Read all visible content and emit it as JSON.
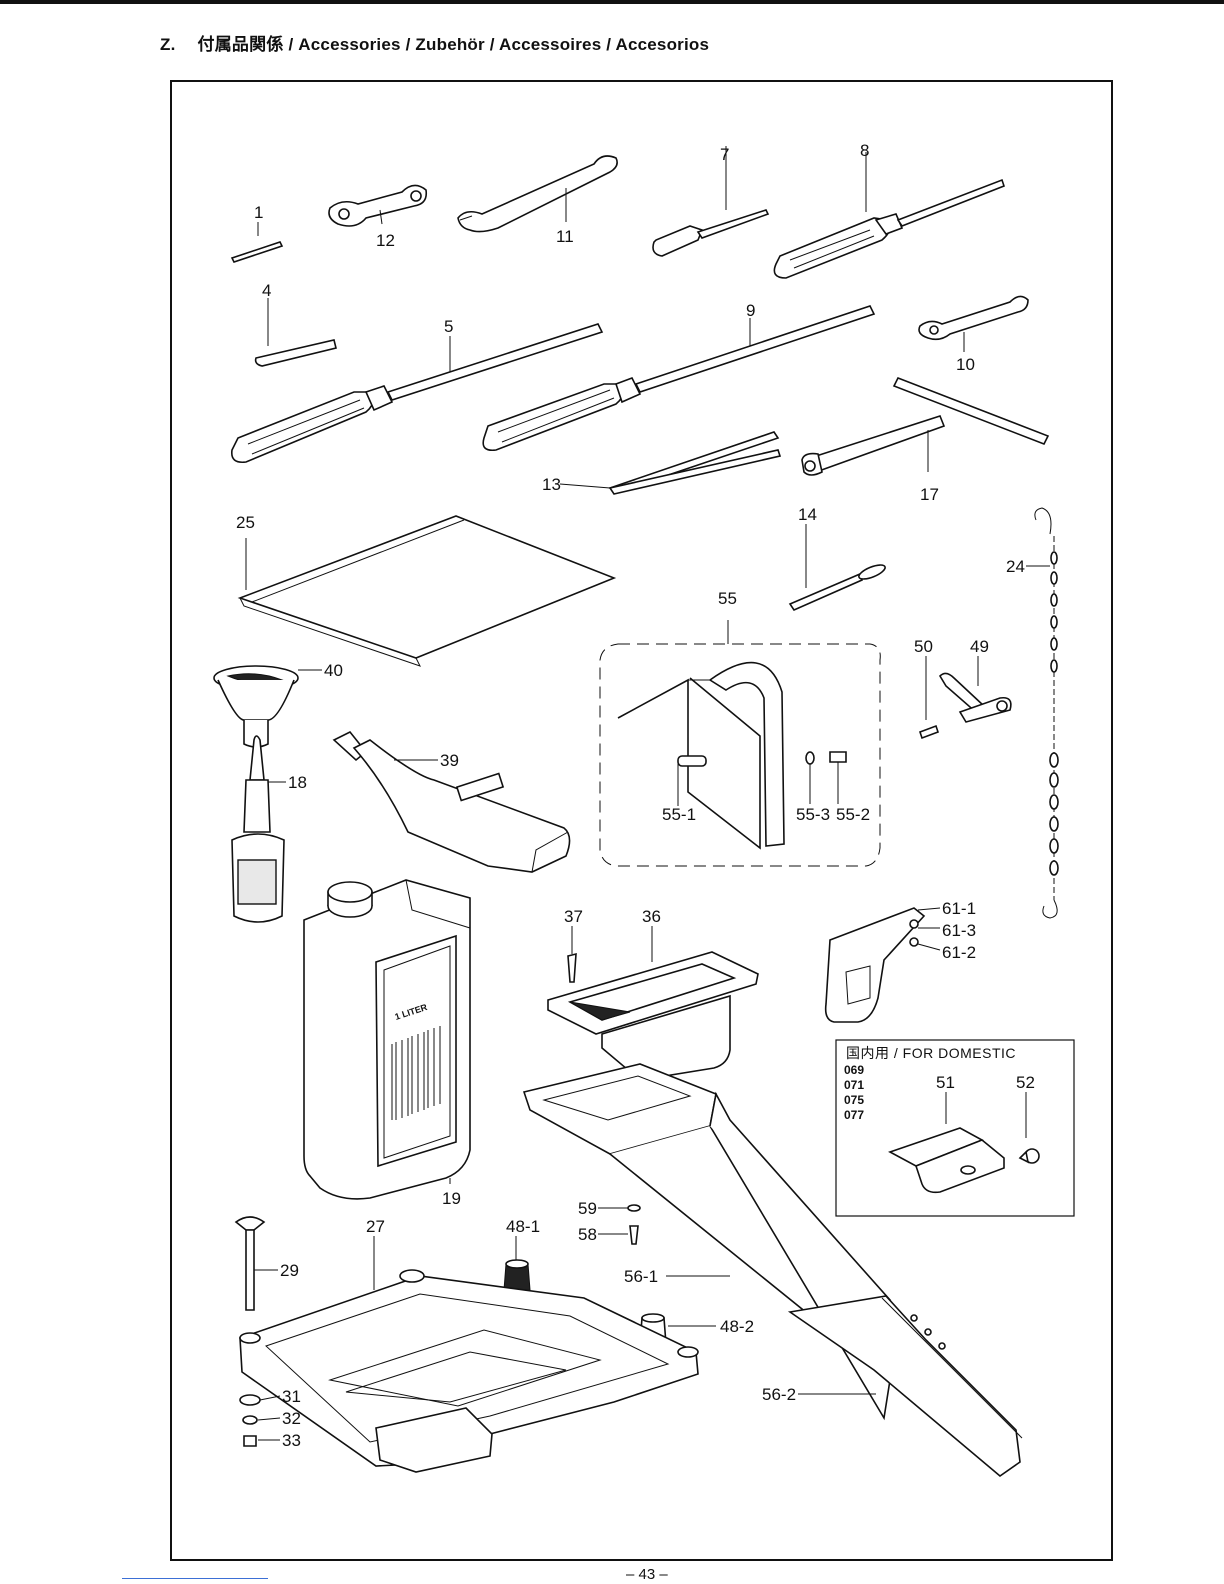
{
  "header": {
    "section": "Z.",
    "title": "付属品関係 / Accessories / Zubehör / Accessoires / Accesorios"
  },
  "labels": {
    "p1": "1",
    "p4": "4",
    "p5": "5",
    "p7": "7",
    "p8": "8",
    "p9": "9",
    "p10": "10",
    "p11": "11",
    "p12": "12",
    "p13": "13",
    "p14": "14",
    "p17": "17",
    "p18": "18",
    "p19": "19",
    "p24": "24",
    "p25": "25",
    "p27": "27",
    "p29": "29",
    "p31": "31",
    "p32": "32",
    "p33": "33",
    "p36": "36",
    "p37": "37",
    "p39": "39",
    "p40": "40",
    "p48_1": "48-1",
    "p48_2": "48-2",
    "p49": "49",
    "p50": "50",
    "p51": "51",
    "p52": "52",
    "p55": "55",
    "p55_1": "55-1",
    "p55_2": "55-2",
    "p55_3": "55-3",
    "p56_1": "56-1",
    "p56_2": "56-2",
    "p58": "58",
    "p59": "59",
    "p61_1": "61-1",
    "p61_2": "61-2",
    "p61_3": "61-3"
  },
  "domestic": {
    "title": "国内用 / FOR DOMESTIC",
    "codes": [
      "069",
      "071",
      "075",
      "077"
    ]
  },
  "oil_can_label": "1 LITER",
  "footer": {
    "page": "– 43 –"
  }
}
